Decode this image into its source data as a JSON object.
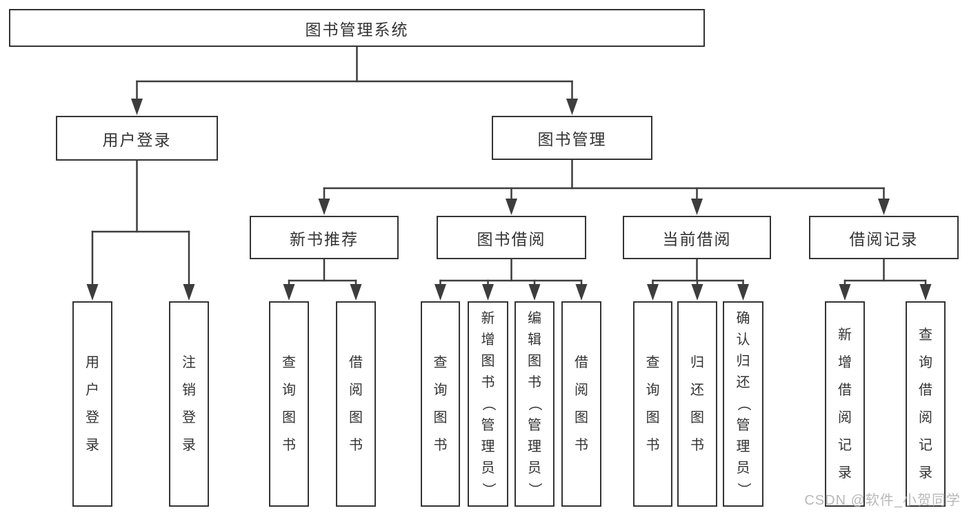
{
  "colors": {
    "background": "#ffffff",
    "line": "#3d3d3d",
    "box_border": "#343434",
    "box_fill": "#ffffff",
    "text": "#333333",
    "watermark": "#b5b5b5"
  },
  "watermark": {
    "text": "CSDN @软件_小贺同学"
  },
  "diagram": {
    "type": "tree",
    "root": {
      "id": "root",
      "label": "图书管理系统",
      "children": [
        {
          "id": "user-login",
          "label": "用户登录",
          "children": [
            {
              "id": "leaf-user-login",
              "label": "用户登录"
            },
            {
              "id": "leaf-logout",
              "label": "注销登录"
            }
          ]
        },
        {
          "id": "book-mgmt",
          "label": "图书管理",
          "children": [
            {
              "id": "new-book-recommend",
              "label": "新书推荐",
              "children": [
                {
                  "id": "leaf-query-book-a",
                  "label": "查询图书"
                },
                {
                  "id": "leaf-borrow-book-a",
                  "label": "借阅图书"
                }
              ]
            },
            {
              "id": "book-borrowing",
              "label": "图书借阅",
              "children": [
                {
                  "id": "leaf-query-book-b",
                  "label": "查询图书"
                },
                {
                  "id": "leaf-add-book",
                  "label": "新增图书（管理员）"
                },
                {
                  "id": "leaf-edit-book",
                  "label": "编辑图书（管理员）"
                },
                {
                  "id": "leaf-borrow-book-b",
                  "label": "借阅图书"
                }
              ]
            },
            {
              "id": "current-borrowing",
              "label": "当前借阅",
              "children": [
                {
                  "id": "leaf-query-book-c",
                  "label": "查询图书"
                },
                {
                  "id": "leaf-return-book",
                  "label": "归还图书"
                },
                {
                  "id": "leaf-confirm-return",
                  "label": "确认归还（管理员）"
                }
              ]
            },
            {
              "id": "borrowing-records",
              "label": "借阅记录",
              "children": [
                {
                  "id": "leaf-add-borrow-record",
                  "label": "新增借阅记录"
                },
                {
                  "id": "leaf-query-borrow-record",
                  "label": "查询借阅记录"
                }
              ]
            }
          ]
        }
      ]
    }
  }
}
